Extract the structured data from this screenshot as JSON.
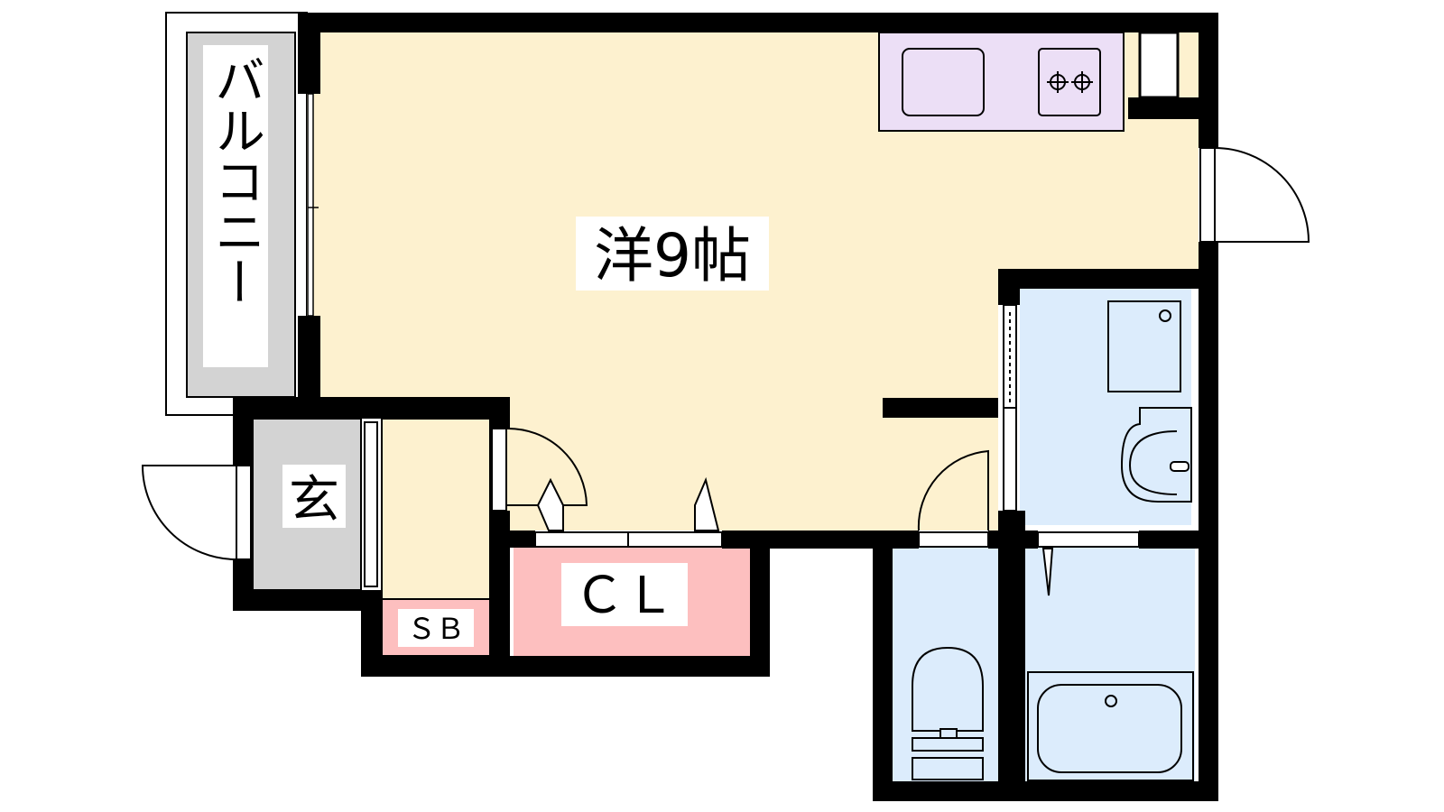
{
  "labels": {
    "western_room": "洋9帖",
    "balcony": "バルコニー",
    "entrance": "玄",
    "closet": "ＣＬ",
    "shoe_box": "ＳＢ"
  },
  "colors": {
    "room_western": "#fdf1cf",
    "kitchen": "#ecdff6",
    "wet_area": "#dcecfc",
    "closet": "#fdbfbf",
    "entrance": "#d3d3d3",
    "wall": "#000000"
  }
}
